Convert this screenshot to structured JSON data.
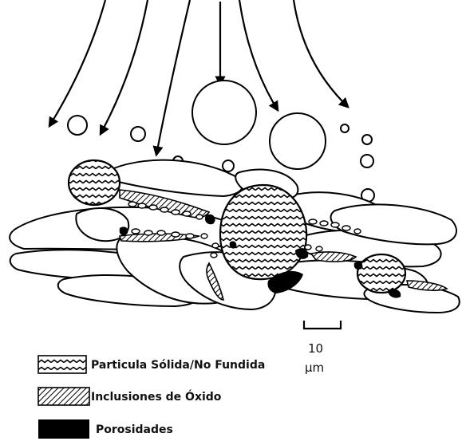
{
  "diagram": {
    "colors": {
      "stroke": "#000000",
      "fill": "#ffffff",
      "pore": "#000000"
    },
    "scale_bar": {
      "value": "10",
      "unit": "µm"
    },
    "legend": [
      {
        "id": "unmelted",
        "label": "Particula Sólida/No Fundida",
        "pattern": "wavy-hatch"
      },
      {
        "id": "oxide",
        "label": "Inclusiones de Óxido",
        "pattern": "diagonal-hatch"
      },
      {
        "id": "porosity",
        "label": "Porosidades",
        "pattern": "solid-black"
      }
    ]
  }
}
